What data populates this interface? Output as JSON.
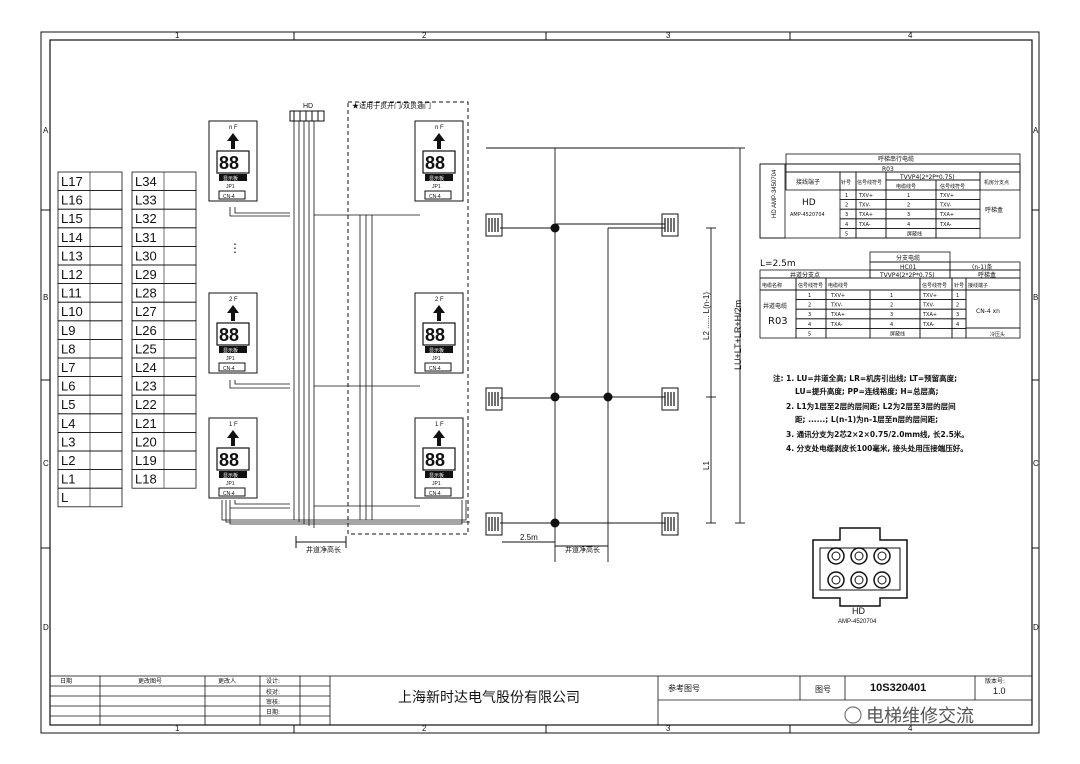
{
  "frame": {
    "col_labels": [
      "1",
      "2",
      "3",
      "4"
    ],
    "row_labels": [
      "A",
      "B",
      "C",
      "D"
    ]
  },
  "length_table": {
    "col1": [
      "L17",
      "L16",
      "L15",
      "L14",
      "L13",
      "L12",
      "L11",
      "L10",
      "L9",
      "L8",
      "L7",
      "L6",
      "L5",
      "L4",
      "L3",
      "L2",
      "L1",
      "L"
    ],
    "col2": [
      "L34",
      "L33",
      "L32",
      "L31",
      "L30",
      "L29",
      "L28",
      "L27",
      "L26",
      "L25",
      "L24",
      "L23",
      "L22",
      "L21",
      "L20",
      "L19",
      "L18",
      ""
    ]
  },
  "hall_panels": {
    "top_floor": "n F",
    "mid_floor": "2 F",
    "bottom_floor": "1 F",
    "display": "88",
    "board_label": "显示板",
    "jp_label": "JP1",
    "cn_label": "CN-4",
    "dots": "⋮"
  },
  "hd_connector": {
    "label": "HD"
  },
  "dashed_box_label": "★适用于贯开门/双贯通门",
  "shaft_dim_left": "井道净高长",
  "shaft_dim_right": "井道净高长",
  "dim_2_5m": "2.5m",
  "dim_vert_1": "L2 ...... L(n-1)",
  "dim_vert_2": "L1",
  "dim_vert_total": "LU+LT+LR+H/2m",
  "spec_table1": {
    "title": "呼梯串行电缆",
    "code": "R03",
    "spec": "TVVP4(2*2P*0.75)",
    "h_side": "接线端子",
    "h_num": "针号",
    "h_sig": "信号线符号",
    "h_cable": "电缆线号",
    "h_sig2": "信号线符号",
    "h_target": "机房分支点",
    "side_vertical": "HD  AMP-3450704",
    "hd": "HD",
    "amp": "AMP-4520704",
    "rows": [
      [
        "1",
        "TXV+",
        "1",
        "TXV+"
      ],
      [
        "2",
        "TXV-",
        "2",
        "TXV-"
      ],
      [
        "3",
        "TXA+",
        "3",
        "TXA+"
      ],
      [
        "4",
        "TXA-",
        "4",
        "TXA-"
      ],
      [
        "5",
        "",
        "屏蔽线",
        ""
      ]
    ],
    "target": "呼梯盒"
  },
  "spec_table2": {
    "l_label": "L=2.5m",
    "title": "分支电缆",
    "code": "HC01",
    "spec": "TVVP4(2*2P*0.75)",
    "right_head": "(n-1)条",
    "h_left": "井道分支点",
    "h_right": "呼梯盒",
    "h_cols": [
      "电缆名称",
      "信号线符号",
      "电缆线号",
      "信号线符号",
      "针号",
      "接线端子"
    ],
    "cable_name": "井道电缆",
    "cable_code": "R03",
    "rows": [
      [
        "1",
        "TXV+",
        "1",
        "TXV+",
        "1"
      ],
      [
        "2",
        "TXV-",
        "2",
        "TXV-",
        "2"
      ],
      [
        "3",
        "TXA+",
        "3",
        "TXA+",
        "3"
      ],
      [
        "4",
        "TXA-",
        "4",
        "TXA-",
        "4"
      ],
      [
        "5",
        "",
        "屏蔽线",
        "",
        ""
      ]
    ],
    "terminal": "CN-4 xn",
    "shield_note": "冷压头"
  },
  "notes": [
    "注: 1. LU=井道全高; LR=机房引出线; LT=预留高度;",
    "LU=提升高度; PP=连线裕度; H=总层高;",
    "2. L1为1层至2层的层间距; L2为2层至3层的层间",
    "距; ......; L(n-1)为n-1层至n层的层间距;",
    "3. 通讯分支为2芯2×2×0.75/2.0mm线, 长2.5米。",
    "4. 分支处电缆剥皮长100毫米, 接头处用压接端压好。"
  ],
  "connector_label": "HD",
  "connector_code": "AMP-4520704",
  "title_block": {
    "h_date": "日期",
    "h_change": "更改图号",
    "h_person": "更改人",
    "design": "设计:",
    "check": "校对:",
    "review": "审核:",
    "date": "日期:",
    "company": "上海新时达电气股份有限公司",
    "ref_label": "参考图号",
    "drawing_no_label": "图号",
    "drawing_no": "10S320401",
    "version_label": "版本号:",
    "version": "1.0",
    "footer_tag": "电梯维修交流"
  }
}
